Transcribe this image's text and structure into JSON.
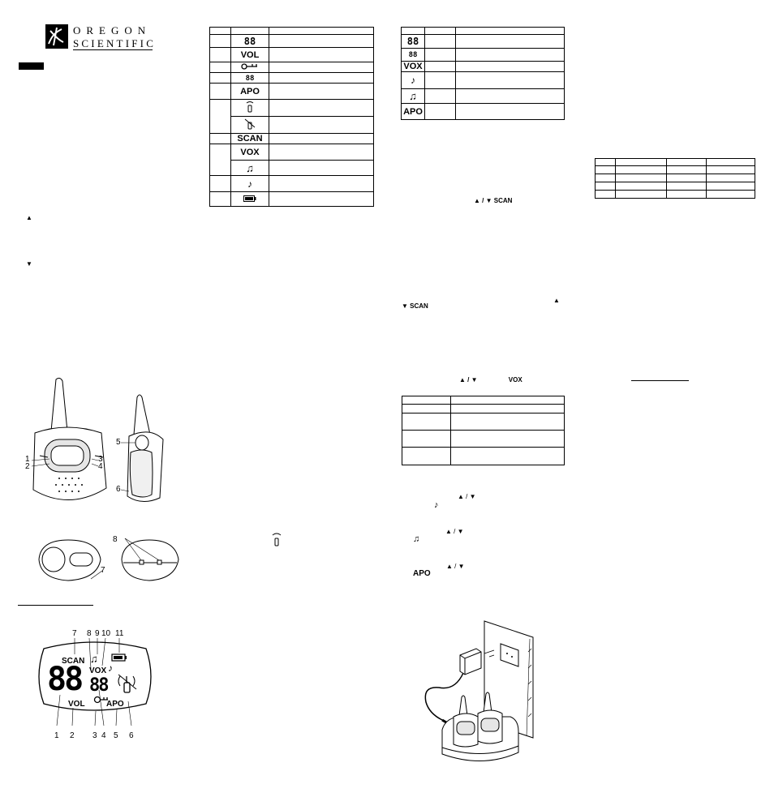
{
  "logo": {
    "line1": "OREGON",
    "line2": "SCIENTIFIC"
  },
  "left_icons": {
    "up": "▲",
    "down": "▼"
  },
  "device_callouts": {
    "front": [
      "1",
      "2",
      "3",
      "4"
    ],
    "side": [
      "5",
      "6"
    ],
    "top": "7",
    "bottom": "8"
  },
  "lcd": {
    "scan": "SCAN",
    "vox": "VOX",
    "vol": "VOL",
    "apo": "APO",
    "big_digits": "88",
    "small_digits": "88",
    "top_numbers": [
      "7",
      "8",
      "9",
      "10",
      "11"
    ],
    "bottom_numbers": [
      "1",
      "2",
      "3",
      "4",
      "5",
      "6"
    ]
  },
  "table1_icons": {
    "r2": "88",
    "r3": "VOL",
    "r4": "key-icon",
    "r5": "88",
    "r6": "APO",
    "r7a": "signal-icon",
    "r7b": "call-icon",
    "r8": "SCAN",
    "r9": "VOX",
    "r10": "♫",
    "r11": "♪",
    "r12": "battery-icon"
  },
  "table2_icons": {
    "r2": "88",
    "r3": "88",
    "r4": "VOX",
    "r5": "♪",
    "r6": "♫",
    "r7": "APO"
  },
  "inline_text": {
    "scan_line1": {
      "up": "▲",
      "sep": "/",
      "down": "▼",
      "scan": "SCAN"
    },
    "scan_line2_up": "▲",
    "scan_line2": {
      "down": "▼",
      "scan": "SCAN"
    },
    "vox_line": {
      "up": "▲",
      "sep": "/",
      "down": "▼",
      "vox": "VOX"
    },
    "tone1": {
      "up": "▲",
      "sep": "/",
      "down": "▼",
      "note": "♪"
    },
    "tone2": {
      "up": "▲",
      "sep": "/",
      "down": "▼",
      "note": "♫"
    },
    "apo_line": {
      "up": "▲",
      "sep": "/",
      "down": "▼",
      "apo": "APO"
    }
  },
  "colors": {
    "ink": "#000000",
    "paper": "#ffffff",
    "shade": "#d9d9d9"
  }
}
